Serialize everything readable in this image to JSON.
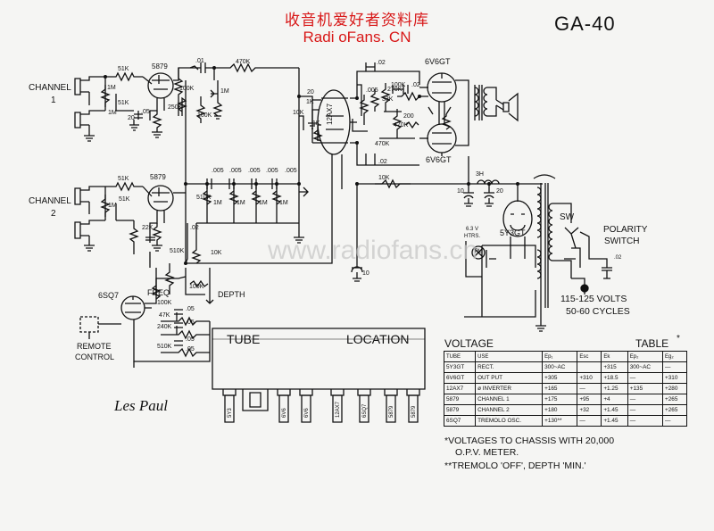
{
  "watermark": {
    "line1": "收音机爱好者资料库",
    "line2": "Radi oFans. CN",
    "center_text": "www.radiofans.cn",
    "color": "#d81818"
  },
  "model": "GA-40",
  "channels": [
    {
      "label": "CHANNEL",
      "number": "1"
    },
    {
      "label": "CHANNEL",
      "number": "2"
    }
  ],
  "tubes": {
    "ch1_preamp": "5879",
    "ch2_preamp": "5879",
    "phase_inverter": "12AX7",
    "output_top": "6V6GT",
    "output_bottom": "6V6GT",
    "rectifier": "5Y3GT",
    "tremolo": "6SQ7"
  },
  "components": [
    {
      "id": "r1",
      "label": "51K"
    },
    {
      "id": "r2",
      "label": "1M"
    },
    {
      "id": "r3",
      "label": "51K"
    },
    {
      "id": "r4",
      "label": "1M"
    },
    {
      "id": "r5",
      "label": "20"
    },
    {
      "id": "c1",
      "label": ".05"
    },
    {
      "id": "c2",
      "label": ".01"
    },
    {
      "id": "r6",
      "label": "470K"
    },
    {
      "id": "r7",
      "label": "1M"
    },
    {
      "id": "r8",
      "label": "100K"
    },
    {
      "id": "r9",
      "label": "250K"
    },
    {
      "id": "r10",
      "label": "100K"
    },
    {
      "id": "c3",
      "label": ".02"
    },
    {
      "id": "c4",
      "label": ".005"
    },
    {
      "id": "r11",
      "label": "100K"
    },
    {
      "id": "r12",
      "label": "1K"
    },
    {
      "id": "c5",
      "label": "20"
    },
    {
      "id": "r13",
      "label": "1K"
    },
    {
      "id": "r14",
      "label": "470K"
    },
    {
      "id": "r15",
      "label": "33K"
    },
    {
      "id": "r16",
      "label": "270K"
    },
    {
      "id": "c6",
      "label": ".02"
    },
    {
      "id": "r17",
      "label": "200"
    },
    {
      "id": "r18",
      "label": "470K"
    },
    {
      "id": "c7",
      "label": ".02"
    },
    {
      "id": "c8",
      "label": "3H"
    },
    {
      "id": "r19",
      "label": "10K"
    },
    {
      "id": "c9",
      "label": "10"
    },
    {
      "id": "c10",
      "label": "20"
    },
    {
      "id": "r20",
      "label": "51K"
    },
    {
      "id": "r21",
      "label": "51K"
    },
    {
      "id": "r22",
      "label": "1M"
    },
    {
      "id": "r23",
      "label": "22K"
    },
    {
      "id": "c11",
      "label": ".005"
    },
    {
      "id": "c12",
      "label": ".005"
    },
    {
      "id": "c13",
      "label": ".005"
    },
    {
      "id": "c14",
      "label": ".005"
    },
    {
      "id": "c15",
      "label": ".005"
    },
    {
      "id": "r24",
      "label": "1M"
    },
    {
      "id": "r25",
      "label": "1M"
    },
    {
      "id": "r26",
      "label": "1M"
    },
    {
      "id": "r27",
      "label": "1M"
    },
    {
      "id": "r28",
      "label": "510K"
    },
    {
      "id": "r29",
      "label": "510K"
    },
    {
      "id": "r30",
      "label": "10K"
    },
    {
      "id": "r31",
      "label": "100K"
    },
    {
      "id": "r32",
      "label": "100K"
    },
    {
      "id": "r33",
      "label": "47K"
    },
    {
      "id": "r34",
      "label": "240K"
    },
    {
      "id": "r35",
      "label": "510K"
    },
    {
      "id": "c16",
      "label": ".05"
    },
    {
      "id": "c17",
      "label": ".05"
    },
    {
      "id": "c18",
      "label": ".05"
    },
    {
      "id": "c19",
      "label": ".05"
    },
    {
      "id": "c20",
      "label": ".02"
    },
    {
      "id": "c21",
      "label": "10"
    },
    {
      "id": "r36",
      "label": "10K"
    }
  ],
  "labels": {
    "freq": "FREQ",
    "depth": "DEPTH",
    "remote_control_1": "REMOTE",
    "remote_control_2": "CONTROL",
    "heater": "6.3 V",
    "heater2": "HTRS.",
    "pilot": "PL",
    "sw": "SW",
    "polarity1": "POLARITY",
    "polarity2": "SWITCH",
    "polarity_cap": ".02",
    "line1": "115-125 VOLTS",
    "line2": "50-60 CYCLES",
    "tube_location": "TUBE",
    "location": "LOCATION",
    "signature": "Les Paul"
  },
  "tube_location_slots": [
    "5Y3",
    "6V6",
    "6V6",
    "12AX7",
    "6SQ7",
    "5879",
    "5879"
  ],
  "voltage_table": {
    "title_left": "VOLTAGE",
    "title_right": "TABLE",
    "title_mark": "*",
    "headers": [
      "TUBE",
      "USE",
      "Ep₁",
      "Esc",
      "Ek",
      "Ep₂",
      "Eg₂"
    ],
    "rows": [
      [
        "5Y3GT",
        "RECT.",
        "300~AC",
        "",
        "+315",
        "300~AC",
        "—"
      ],
      [
        "6V6GT",
        "OUT PUT",
        "+305",
        "+310",
        "+18.5",
        "—",
        "+310"
      ],
      [
        "12AX7",
        "ø INVERTER",
        "+165",
        "—",
        "+1.25",
        "+135",
        "+280"
      ],
      [
        "5879",
        "CHANNEL 1",
        "+175",
        "+95",
        "+4",
        "—",
        "+265"
      ],
      [
        "5879",
        "CHANNEL 2",
        "+180",
        "+32",
        "+1.45",
        "—",
        "+265"
      ],
      [
        "6SQ7",
        "TREMOLO OSC.",
        "+130**",
        "—",
        "+1.45",
        "—",
        "—"
      ]
    ]
  },
  "notes": [
    "*VOLTAGES TO CHASSIS WITH 20,000",
    "O.P.V. METER.",
    "**TREMOLO 'OFF', DEPTH 'MIN.'"
  ]
}
